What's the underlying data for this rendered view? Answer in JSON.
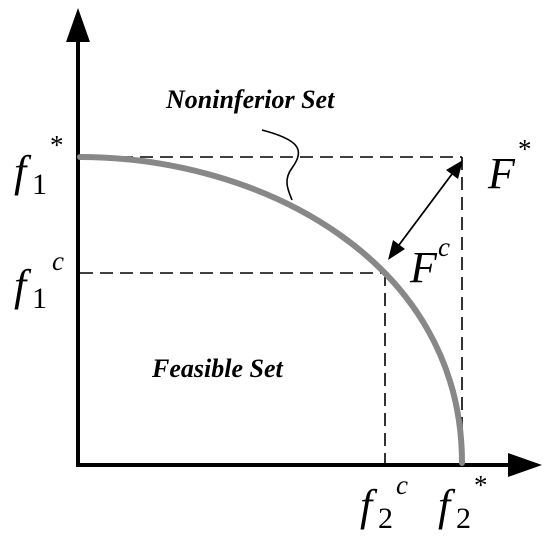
{
  "labels": {
    "noninferior_set": "Noninferior Set",
    "feasible_set": "Feasible Set"
  },
  "points": {
    "f1_star": {
      "base": "f",
      "sub": "1",
      "sup": "*"
    },
    "f1_c": {
      "base": "f",
      "sub": "1",
      "sup": "c"
    },
    "f2_c": {
      "base": "f",
      "sub": "2",
      "sup": "c"
    },
    "f2_star": {
      "base": "f",
      "sub": "2",
      "sup": "*"
    },
    "F_star": {
      "base": "F",
      "sup": "*"
    },
    "F_c": {
      "base": "F",
      "sup": "c"
    }
  },
  "colors": {
    "curve": "#888888",
    "lines": "#000000",
    "background": "#ffffff"
  }
}
